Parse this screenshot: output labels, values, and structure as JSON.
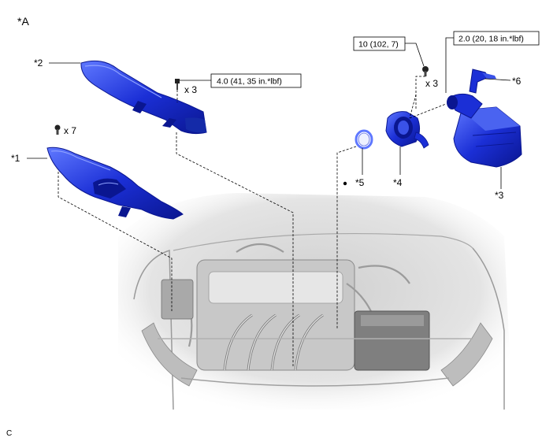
{
  "figure": {
    "view_label": "*A",
    "corner_code": "C"
  },
  "callouts": [
    {
      "id": "1",
      "text": "*1"
    },
    {
      "id": "2",
      "text": "*2"
    },
    {
      "id": "3",
      "text": "*3"
    },
    {
      "id": "4",
      "text": "*4"
    },
    {
      "id": "5",
      "text": "*5"
    },
    {
      "id": "6",
      "text": "*6"
    }
  ],
  "quantities": {
    "bolts_cover": "x 3",
    "clips_cowl": "x 7",
    "bolts_throttle": "x 3"
  },
  "torque_specs": {
    "cover_bolt": "4.0 (41, 35 in.*lbf)",
    "throttle_bolt": "10 (102, 7)",
    "clamp": "2.0 (20, 18 in.*lbf)"
  },
  "colors": {
    "part_blue": "#1b2fd6",
    "part_dark": "#0a1690",
    "part_light": "#5f78ff",
    "engine_gray": "#d6d6d6",
    "engine_dark": "#8a8a8a",
    "leader": "#000000"
  }
}
